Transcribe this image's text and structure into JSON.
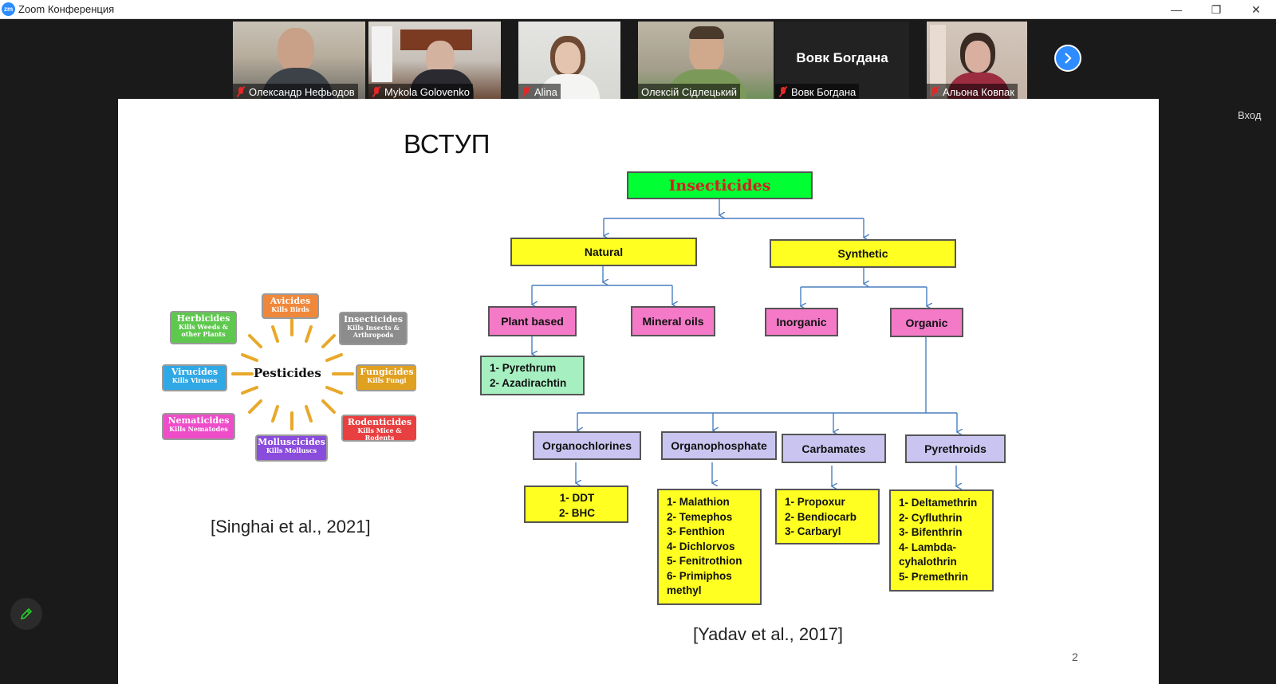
{
  "window": {
    "title": "Zoom Конференция",
    "logo_text": "zm",
    "minimize_glyph": "—",
    "restore_glyph": "❐",
    "close_glyph": "✕"
  },
  "participants": [
    {
      "name": "Олександр  Нефьодов",
      "muted": true,
      "video": true
    },
    {
      "name": "Mykola Golovenko",
      "muted": true,
      "video": true
    },
    {
      "name": "Alina",
      "muted": true,
      "video": true
    },
    {
      "name": "Олексій Сідлецький",
      "muted": false,
      "video": true,
      "active": true
    },
    {
      "name": "Вовк Богдана",
      "display_name": "Вовк Богдана",
      "muted": true,
      "video": false
    },
    {
      "name": "Альона Ковпак",
      "muted": true,
      "video": true
    }
  ],
  "gallery_next_icon": "chevron-right-icon",
  "side_label": "Вход",
  "annotate_icon": "pencil-icon",
  "slide": {
    "title": "ВСТУП",
    "page_number": "2",
    "citation_left": "[Singhai et al., 2021]",
    "citation_right": "[Yadav et al., 2017]",
    "pesticides": {
      "center": "Pesticides",
      "items": [
        {
          "name": "Herbicides",
          "sub": "Kills Weeds & other Plants",
          "color": "#5ec84e"
        },
        {
          "name": "Avicides",
          "sub": "Kills Birds",
          "color": "#f0883c"
        },
        {
          "name": "Insecticides",
          "sub": "Kills Insects & Arthropods",
          "color": "#8c8c8c"
        },
        {
          "name": "Virucides",
          "sub": "Kills Viruses",
          "color": "#2fa8e6"
        },
        {
          "name": "Fungicides",
          "sub": "Kills Fungi",
          "color": "#e0a020"
        },
        {
          "name": "Nematicides",
          "sub": "Kills Nematodes",
          "color": "#ee4cc8"
        },
        {
          "name": "Molluscicides",
          "sub": "Kills Molluscs",
          "color": "#8a4cdc"
        },
        {
          "name": "Rodenticides",
          "sub": "Kills Mice & Rodents",
          "color": "#e84040"
        }
      ]
    },
    "tree": {
      "root": "Insecticides",
      "natural": "Natural",
      "synthetic": "Synthetic",
      "plant_based": "Plant based",
      "mineral_oils": "Mineral oils",
      "inorganic": "Inorganic",
      "organic": "Organic",
      "plant_list": [
        "1- Pyrethrum",
        "2- Azadirachtin"
      ],
      "groups": [
        {
          "name": "Organochlorines",
          "items": [
            "1- DDT",
            "2- BHC"
          ]
        },
        {
          "name": "Organophosphate",
          "items": [
            "1- Malathion",
            "2- Temephos",
            "3- Fenthion",
            "4- Dichlorvos",
            "5- Fenitrothion",
            "6- Primiphos",
            "methyl"
          ]
        },
        {
          "name": "Carbamates",
          "items": [
            "1- Propoxur",
            "2- Bendiocarb",
            "3- Carbaryl"
          ]
        },
        {
          "name": "Pyrethroids",
          "items": [
            "1- Deltamethrin",
            "2- Cyfluthrin",
            "3- Bifenthrin",
            "4- Lambda-",
            "cyhalothrin",
            "5- Premethrin"
          ]
        }
      ]
    }
  }
}
